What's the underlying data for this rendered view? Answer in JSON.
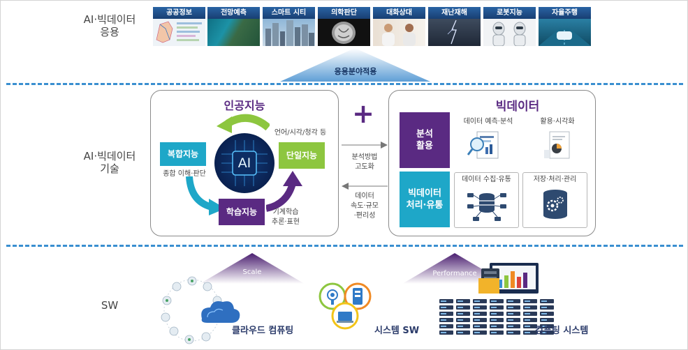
{
  "sections": {
    "applications_label": "AI·빅데이터\n응용",
    "technology_label": "AI·빅데이터\n기술",
    "sw_label": "SW"
  },
  "applications": [
    {
      "label": "공공정보",
      "icon": "map-image"
    },
    {
      "label": "전망예측",
      "icon": "coast-image"
    },
    {
      "label": "스마트 시티",
      "icon": "city-image"
    },
    {
      "label": "의학판단",
      "icon": "brain-scan-image"
    },
    {
      "label": "대화상대",
      "icon": "conversation-image"
    },
    {
      "label": "재난재해",
      "icon": "lightning-image"
    },
    {
      "label": "로봇지능",
      "icon": "robot-image"
    },
    {
      "label": "자율주행",
      "icon": "car-image"
    }
  ],
  "up_arrow_label": "응용분야적용",
  "ai": {
    "title": "인공지능",
    "chip_label": "AI",
    "composite": {
      "label": "복합지능",
      "desc": "종합 이해·판단"
    },
    "single": {
      "label": "단일지능",
      "desc": "언어/시각/청각 등"
    },
    "learning": {
      "label": "학습지능",
      "desc": "기계학습\n추론·표현"
    }
  },
  "plus": "+",
  "arrows": {
    "to_bigdata": "분석방법\n고도화",
    "to_ai": "데이터\n속도·규모\n·편리성"
  },
  "bigdata": {
    "title": "빅데이터",
    "analysis_tag": "분석\n활용",
    "processing_tag": "빅데이터\n처리·유통",
    "cells": {
      "predict": "데이터 예측·분석",
      "visual": "활용·시각화",
      "collect": "데이터 수집·유통",
      "store": "저장·처리·관리"
    }
  },
  "sw": {
    "scale_label": "Scale",
    "performance_label": "Performance",
    "cloud": "클라우드 컴퓨팅",
    "system_sw": "시스템 SW",
    "computing": "컴퓨팅 시스템"
  },
  "colors": {
    "dash": "#3a8fd0",
    "cyan": "#1ea7c8",
    "green": "#8dc63f",
    "purple": "#5a2a82",
    "navy": "#2b3b6a"
  }
}
